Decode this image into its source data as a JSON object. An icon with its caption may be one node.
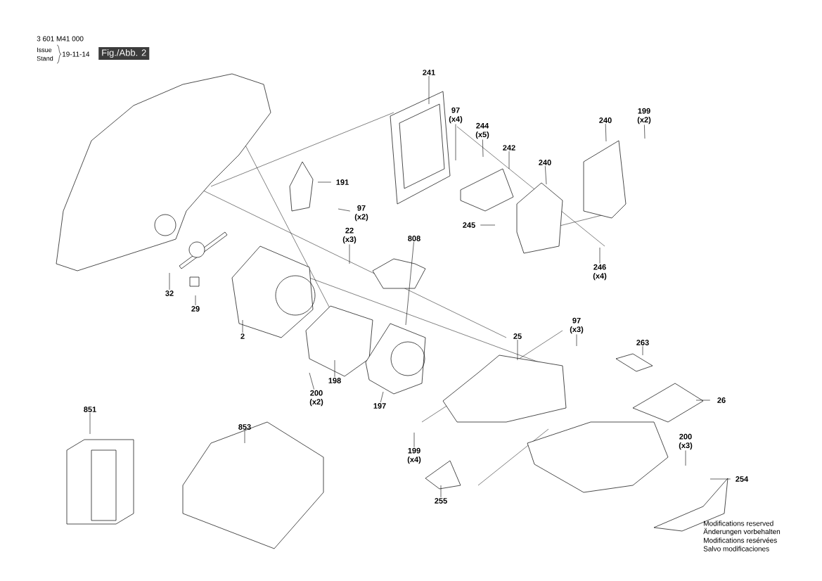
{
  "diagram": {
    "nodes": [
      {
        "text": [
          "241"
        ]
      },
      {
        "text": [
          "199 (x2)"
        ]
      },
      {
        "text": [
          "97 (x4)"
        ]
      },
      {
        "text": [
          "240"
        ]
      },
      {
        "text": [
          "244 (x5)"
        ]
      },
      {
        "text": [
          "242"
        ]
      },
      {
        "text": [
          "240"
        ]
      },
      {
        "text": [
          "191"
        ]
      },
      {
        "text": [
          "97 (x2)"
        ]
      },
      {
        "text": [
          "245"
        ]
      },
      {
        "text": [
          "22 (x3)"
        ]
      },
      {
        "text": [
          "808"
        ]
      },
      {
        "text": [
          "246 (x4)"
        ]
      },
      {
        "text": [
          "32"
        ]
      },
      {
        "text": [
          "29"
        ]
      },
      {
        "text": [
          "97 (x3)"
        ]
      },
      {
        "text": [
          "2"
        ]
      },
      {
        "text": [
          "25"
        ]
      },
      {
        "text": [
          "263"
        ]
      },
      {
        "text": [
          "198"
        ]
      },
      {
        "text": [
          "200 (x2)"
        ]
      },
      {
        "text": [
          "26"
        ]
      },
      {
        "text": [
          "197"
        ]
      },
      {
        "text": [
          "851"
        ]
      },
      {
        "text": [
          "853"
        ]
      },
      {
        "text": [
          "200 (x3)"
        ]
      },
      {
        "text": [
          "199 (x4)"
        ]
      },
      {
        "text": [
          "254"
        ]
      },
      {
        "text": [
          "255"
        ]
      }
    ],
    "edges": [
      {
        "from": 0,
        "to": null,
        "arrow": "none"
      },
      {
        "from": 1,
        "to": null,
        "arrow": "none"
      },
      {
        "from": 2,
        "to": null,
        "arrow": "none"
      },
      {
        "from": 3,
        "to": null,
        "arrow": "none"
      },
      {
        "from": 4,
        "to": null,
        "arrow": "none"
      },
      {
        "from": 5,
        "to": null,
        "arrow": "none"
      },
      {
        "from": 6,
        "to": null,
        "arrow": "none"
      },
      {
        "from": 7,
        "to": null,
        "arrow": "none"
      },
      {
        "from": 8,
        "to": null,
        "arrow": "none"
      },
      {
        "from": 9,
        "to": null,
        "arrow": "none"
      },
      {
        "from": 10,
        "to": null,
        "arrow": "none"
      },
      {
        "from": 11,
        "to": null,
        "arrow": "none"
      },
      {
        "from": 12,
        "to": null,
        "arrow": "none"
      },
      {
        "from": 13,
        "to": null,
        "arrow": "none"
      },
      {
        "from": 14,
        "to": null,
        "arrow": "none"
      },
      {
        "from": 15,
        "to": null,
        "arrow": "none"
      },
      {
        "from": 16,
        "to": null,
        "arrow": "none"
      },
      {
        "from": 17,
        "to": null,
        "arrow": "none"
      },
      {
        "from": 18,
        "to": null,
        "arrow": "none"
      },
      {
        "from": 19,
        "to": null,
        "arrow": "none"
      },
      {
        "from": 20,
        "to": null,
        "arrow": "none"
      },
      {
        "from": 21,
        "to": null,
        "arrow": "none"
      },
      {
        "from": 22,
        "to": null,
        "arrow": "none"
      },
      {
        "from": 23,
        "to": null,
        "arrow": "none"
      },
      {
        "from": 24,
        "to": null,
        "arrow": "none"
      },
      {
        "from": 25,
        "to": null,
        "arrow": "none"
      },
      {
        "from": 26,
        "to": null,
        "arrow": "none"
      },
      {
        "from": 27,
        "to": null,
        "arrow": "none"
      },
      {
        "from": 28,
        "to": null,
        "arrow": "none"
      }
    ],
    "labels": [
      "3 601 M41 000",
      "Issue",
      "Stand",
      "19-11-14",
      "Fig./Abb. 2",
      "Modifications reserved",
      "Änderungen vorbehalten",
      "Modifications resérvées",
      "Salvo modificaciones"
    ]
  }
}
